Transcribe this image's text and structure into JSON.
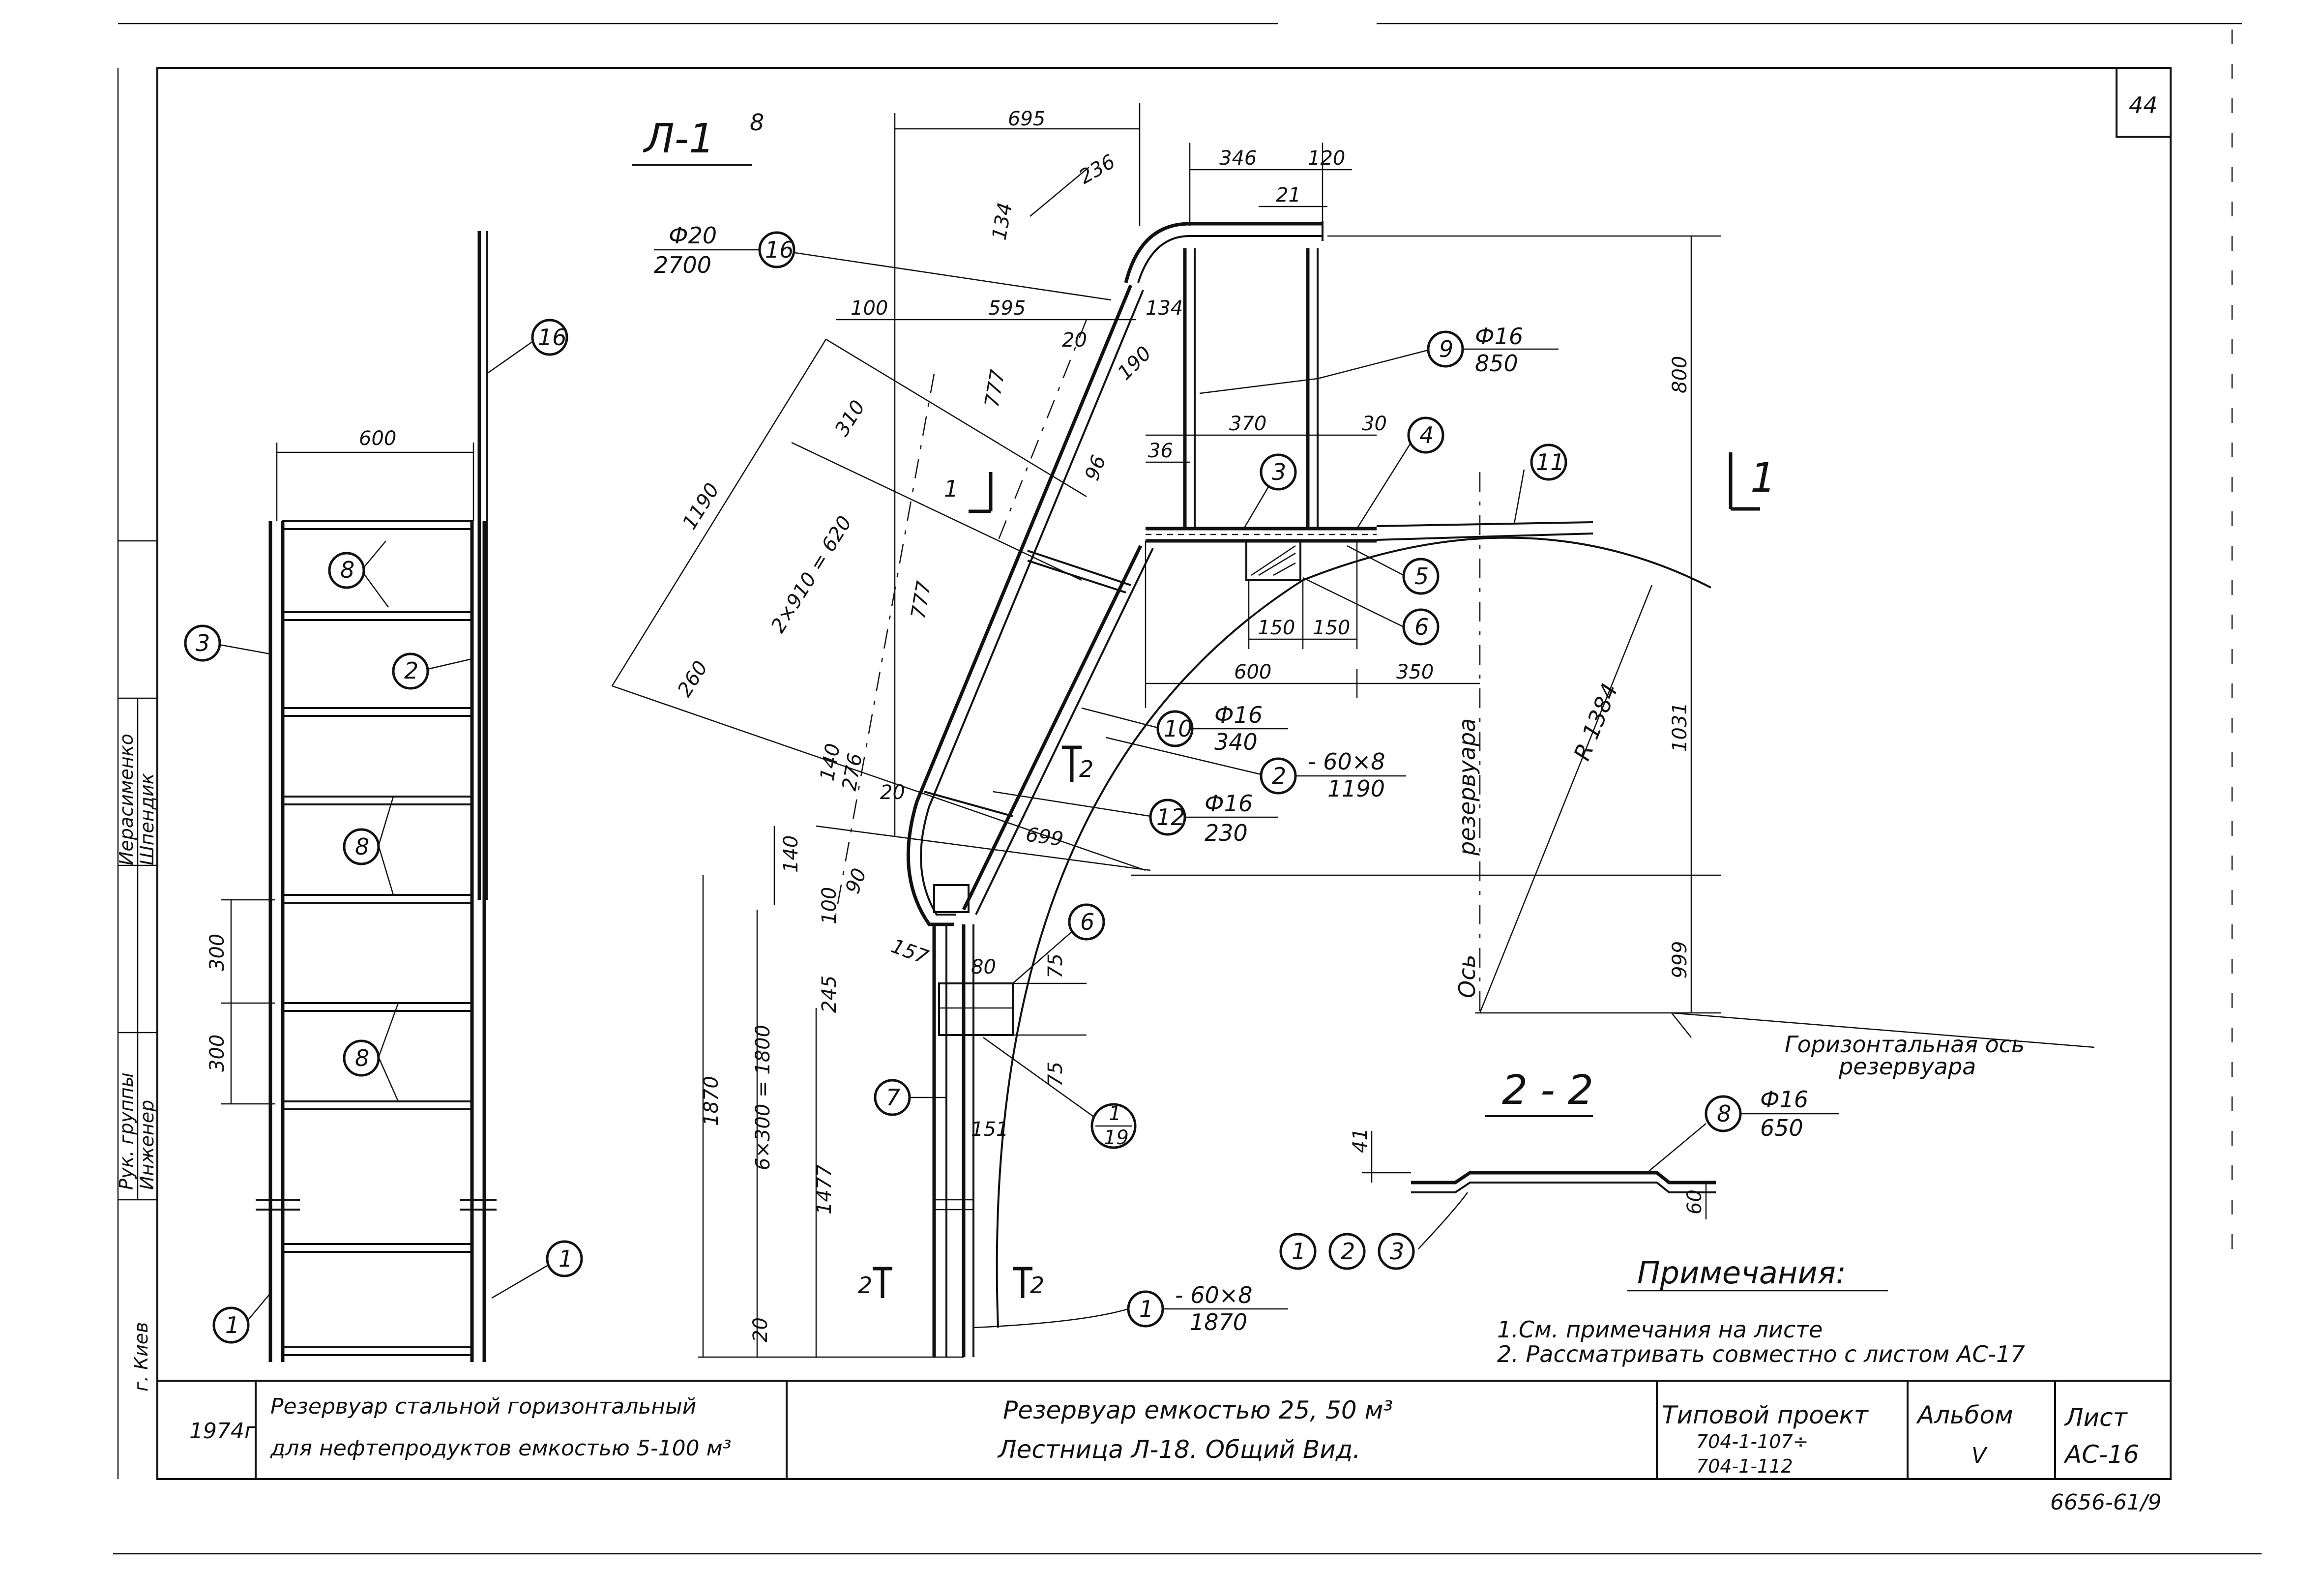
{
  "sheet": {
    "page_number": "44",
    "drawing_title": "Л-1",
    "drawing_title_sup": "8",
    "section_title": "2 - 2",
    "section_marks": [
      "1",
      "1",
      "2",
      "2",
      "2"
    ],
    "axis_label_vertical": "Ось",
    "axis_label_vertical2": "резервуара",
    "axis_label_horizontal": "Горизонтальная ось",
    "axis_label_horizontal2": "резервуара",
    "radius_label": "R 1384"
  },
  "dimensions": {
    "top": [
      "695",
      "346",
      "120",
      "21",
      "236",
      "134",
      "100",
      "595",
      "134",
      "20",
      "190",
      "777",
      "777"
    ],
    "right": [
      "800",
      "1031",
      "999"
    ],
    "middle": [
      "370",
      "30",
      "36",
      "96",
      "150",
      "150",
      "600",
      "350"
    ],
    "diagonal": [
      "1190",
      "310",
      "2×910 = 620",
      "260"
    ],
    "lower": [
      "140",
      "276",
      "20",
      "699",
      "140",
      "100",
      "90",
      "157",
      "245",
      "80",
      "75",
      "75",
      "151"
    ],
    "left": [
      "600",
      "300",
      "300",
      "1870",
      "6×300 = 1800",
      "1477",
      "20"
    ],
    "section": [
      "41",
      "60"
    ]
  },
  "callouts": {
    "c16_top": {
      "num": "16",
      "spec_top": "Ф20",
      "spec_bottom": "2700"
    },
    "c16_side": {
      "num": "16"
    },
    "c9": {
      "num": "9",
      "spec_top": "Ф16",
      "spec_bottom": "850"
    },
    "c4": {
      "num": "4"
    },
    "c3": {
      "num": "3"
    },
    "c11": {
      "num": "11"
    },
    "c5": {
      "num": "5"
    },
    "c6a": {
      "num": "6"
    },
    "c10": {
      "num": "10",
      "spec_top": "Ф16",
      "spec_bottom": "340"
    },
    "c2a": {
      "num": "2",
      "spec_top": "- 60×8",
      "spec_bottom": "1190"
    },
    "c12": {
      "num": "12",
      "spec_top": "Ф16",
      "spec_bottom": "230"
    },
    "c6b": {
      "num": "6"
    },
    "c7": {
      "num": "7"
    },
    "c1_19": {
      "num_top": "1",
      "num_bottom": "19"
    },
    "c1b": {
      "num": "1",
      "spec_top": "- 60×8",
      "spec_bottom": "1870"
    },
    "c8s": {
      "num": "8",
      "spec_top": "Ф16",
      "spec_bottom": "650"
    },
    "c123": [
      "1",
      "2",
      "3"
    ],
    "l8a": {
      "num": "8"
    },
    "l8b": {
      "num": "8"
    },
    "l8c": {
      "num": "8"
    },
    "l2": {
      "num": "2"
    },
    "l3": {
      "num": "3"
    },
    "l1a": {
      "num": "1"
    },
    "l1b": {
      "num": "1"
    }
  },
  "notes": {
    "heading": "Примечания:",
    "line1": "1.См. примечания на листе",
    "line2": "2. Рассматривать совместно с листом АС-17"
  },
  "side_stamp": {
    "row1": "Рук. группы",
    "row2": "Инженер",
    "name1": "Иерасименко",
    "name2": "Шпендик",
    "city": "г. Киев"
  },
  "title_block": {
    "year": "1974г",
    "description_line1": "Резервуар стальной горизонтальный",
    "description_line2": "для нефтепродуктов емкостью 5-100 м³",
    "title_line1": "Резервуар емкостью 25, 50 м³",
    "title_line2": "Лестница Л-18. Общий Вид.",
    "project_label": "Типовой проект",
    "project_number1": "704-1-107÷",
    "project_number2": "704-1-112",
    "album_label": "Альбом",
    "album_value": "V",
    "sheet_label": "Лист",
    "sheet_value": "АС-16",
    "archive_number": "6656-61/9"
  }
}
